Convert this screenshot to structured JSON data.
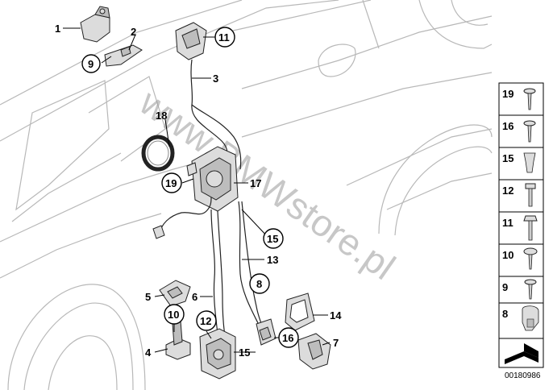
{
  "diagram": {
    "watermark": "www.BMWstore.pl",
    "reference_code": "00180986",
    "callouts": {
      "c1": "1",
      "c2": "2",
      "c3": "3",
      "c4": "4",
      "c5": "5",
      "c6": "6",
      "c7": "7",
      "c8": "8",
      "c9": "9",
      "c10": "10",
      "c11": "11",
      "c12": "12",
      "c13": "13",
      "c14": "14",
      "c15a": "15",
      "c15b": "15",
      "c16": "16",
      "c17": "17",
      "c18": "18",
      "c19": "19"
    },
    "fastener_panel": [
      "19",
      "16",
      "15",
      "12",
      "11",
      "10",
      "9",
      "8"
    ]
  }
}
